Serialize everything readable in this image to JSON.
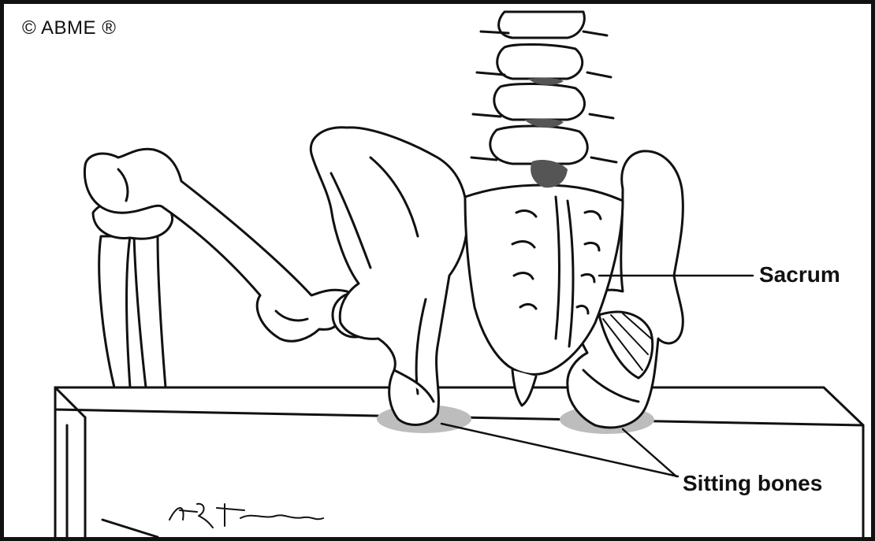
{
  "copyright": "© ABME ®",
  "labels": {
    "sacrum": "Sacrum",
    "sitting_bones": "Sitting bones"
  },
  "signature": "HRFISCHER mfa",
  "colors": {
    "line": "#111111",
    "shadow": "#bdbdbd",
    "vertebra_gap": "#555555",
    "background": "#ffffff"
  }
}
